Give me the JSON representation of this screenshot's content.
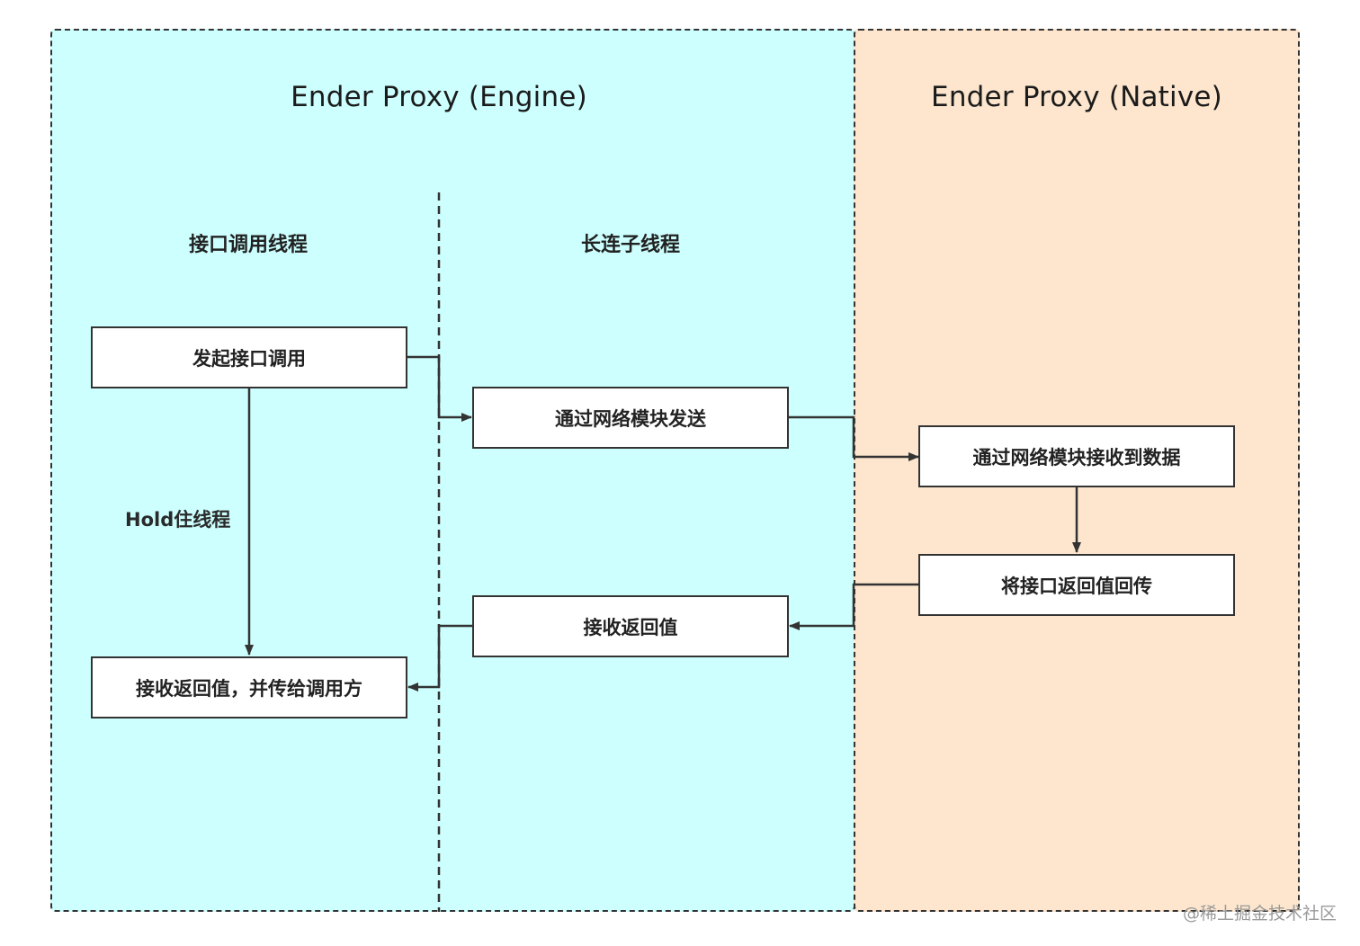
{
  "regions": {
    "engine_title": "Ender Proxy (Engine)",
    "native_title": "Ender Proxy (Native)"
  },
  "lanes": {
    "call_thread": "接口调用线程",
    "long_conn_thread": "长连子线程"
  },
  "nodes": {
    "initiate_call": "发起接口调用",
    "receive_return_and_pass": "接收返回值，并传给调用方",
    "send_via_network": "通过网络模块发送",
    "receive_return": "接收返回值",
    "receive_data_native": "通过网络模块接收到数据",
    "send_back_return": "将接口返回值回传"
  },
  "edges": {
    "hold_thread": "Hold住线程"
  },
  "watermark": "@稀土掘金技术社区",
  "colors": {
    "engine_bg": "#ccfffe",
    "native_bg": "#fde6cd",
    "stroke": "#333333"
  }
}
